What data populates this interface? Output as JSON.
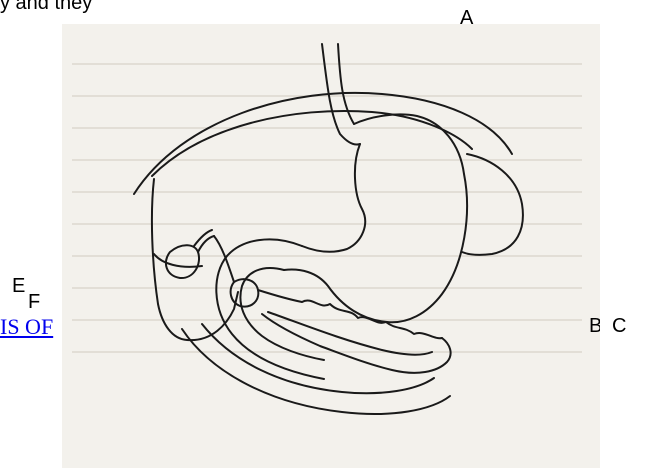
{
  "header": {
    "text": "y and they"
  },
  "labels": {
    "a": "A",
    "b": "B",
    "c": "C",
    "e": "E",
    "f": "F"
  },
  "link": {
    "text": "IS OF"
  },
  "colors": {
    "background": "#ffffff",
    "paper": "#f3f1ec",
    "ink": "#1a1a1a",
    "link": "#0000ee"
  }
}
